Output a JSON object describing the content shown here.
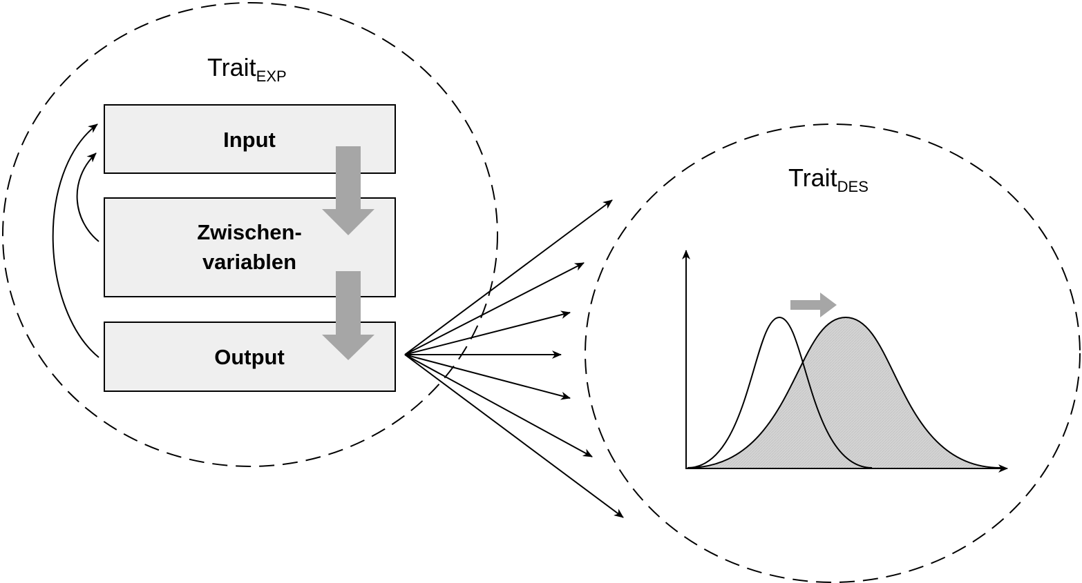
{
  "colors": {
    "box_fill": "#efefef",
    "stroke": "#000000",
    "flow_arrow": "#a6a6a6",
    "distribution_fill": "#d4d4d4"
  },
  "left_cluster": {
    "title_main": "Trait",
    "title_sub": "EXP",
    "boxes": {
      "input": "Input",
      "intermediate_line1": "Zwischen-",
      "intermediate_line2": "variablen",
      "output": "Output"
    }
  },
  "right_cluster": {
    "title_main": "Trait",
    "title_sub": "DES"
  }
}
